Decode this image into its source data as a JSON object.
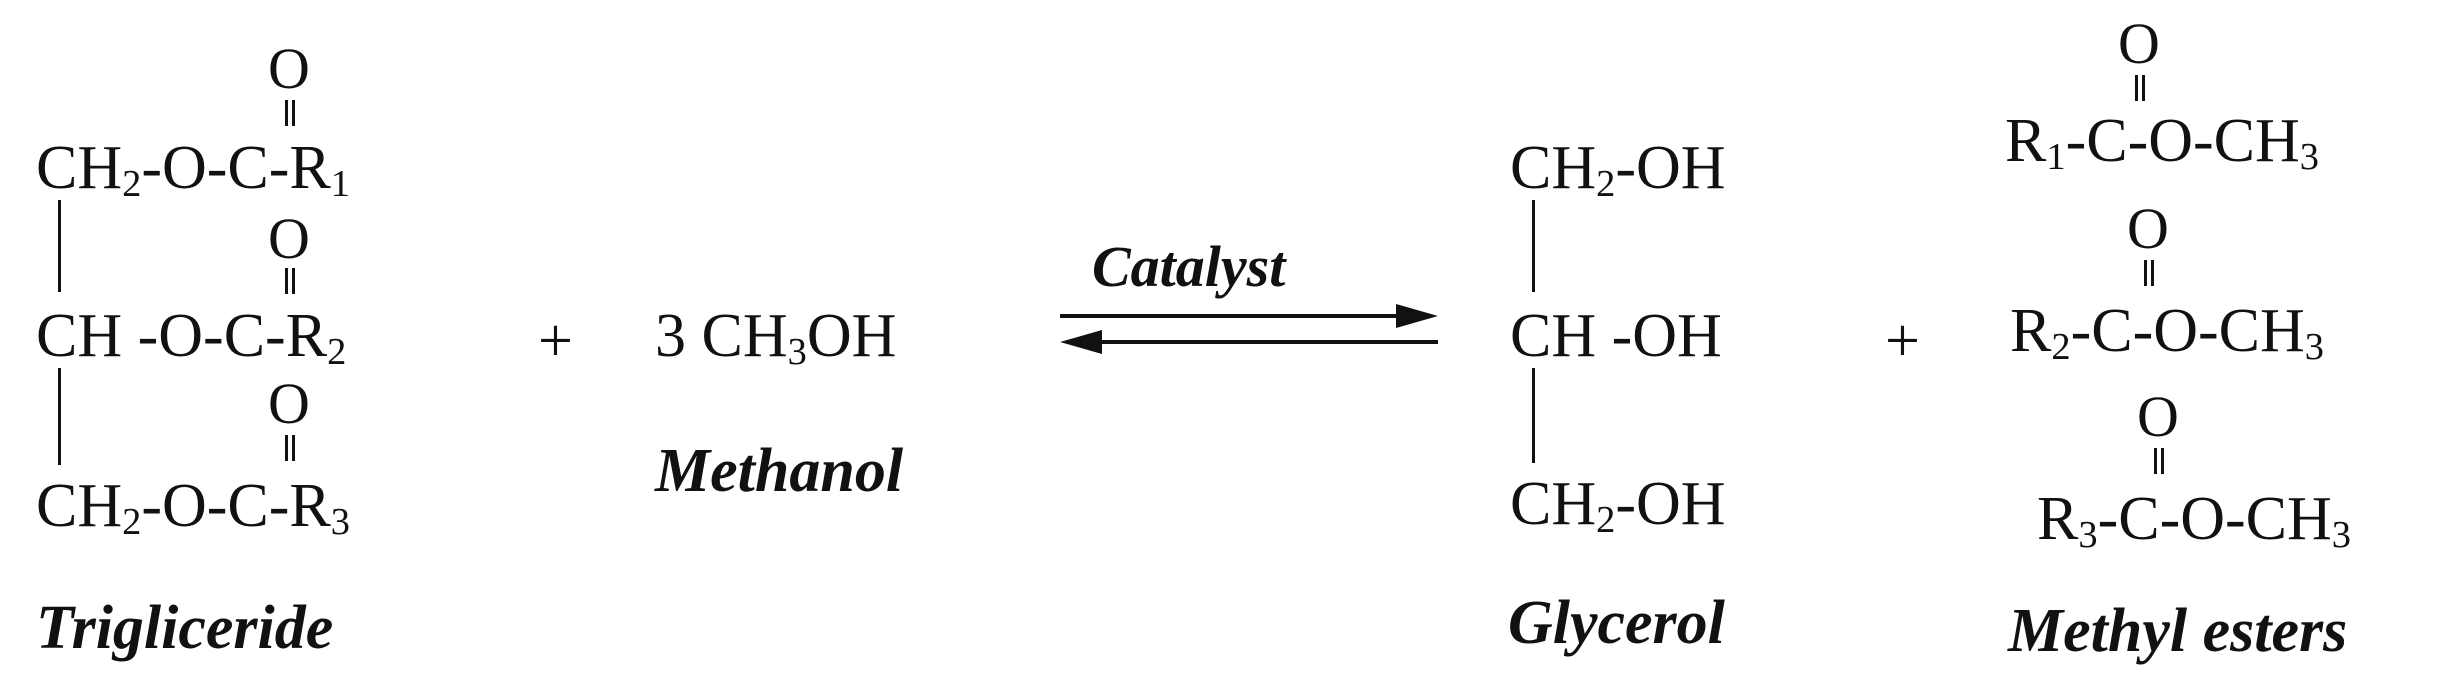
{
  "triglyceride": {
    "row1": {
      "prefix": "CH",
      "sub1": "2",
      "middle": "-O-C-R",
      "sub2": "1"
    },
    "row2": {
      "prefix": "CH -O-C-R",
      "sub2": "2"
    },
    "row3": {
      "prefix": "CH",
      "sub1": "2",
      "middle": "-O-C-R",
      "sub2": "3"
    },
    "oxygen": "O",
    "label": "Trigliceride"
  },
  "plus_1": "+",
  "methanol": {
    "formula_prefix": "3 CH",
    "sub": "3",
    "formula_suffix": "OH",
    "label": "Methanol"
  },
  "arrow": {
    "label": "Catalyst"
  },
  "glycerol": {
    "row1": {
      "prefix": "CH",
      "sub": "2",
      "suffix": "-OH"
    },
    "row2": {
      "text": "CH -OH"
    },
    "row3": {
      "prefix": "CH",
      "sub": "2",
      "suffix": "-OH"
    },
    "label": "Glycerol"
  },
  "plus_2": "+",
  "methyl_esters": {
    "row1": {
      "r": "R",
      "rsub": "1",
      "middle": "-C-O-CH",
      "sub": "3"
    },
    "row2": {
      "r": "R",
      "rsub": "2",
      "middle": "-C-O-CH",
      "sub": "3"
    },
    "row3": {
      "r": "R",
      "rsub": "3",
      "middle": "-C-O-CH",
      "sub": "3"
    },
    "oxygen": "O",
    "label": "Methyl esters"
  }
}
